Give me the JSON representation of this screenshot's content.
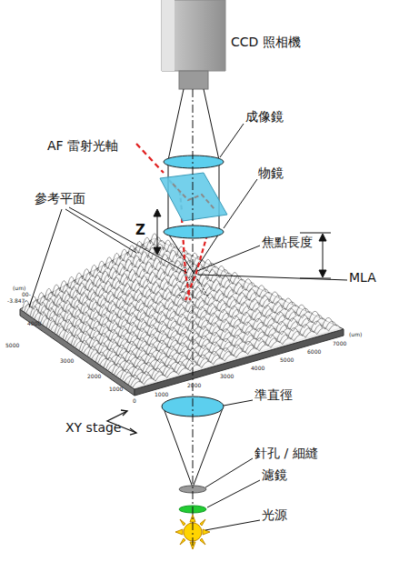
{
  "diagram": {
    "labels": [
      "CCD 照相機",
      "成像鏡",
      "AF 雷射光軸",
      "物鏡",
      "參考平面",
      "Z",
      "焦點長度",
      "MLA",
      "XY stage",
      "準直徑",
      "針孔 / 細縫",
      "濾鏡",
      "光源",
      "(um)",
      "00-",
      "-3.847-",
      "5000",
      "4000",
      "3000",
      "2000",
      "1000",
      "0",
      "1000",
      "2000",
      "3000",
      "4000",
      "5000",
      "6000",
      "7000",
      "(um)"
    ]
  }
}
